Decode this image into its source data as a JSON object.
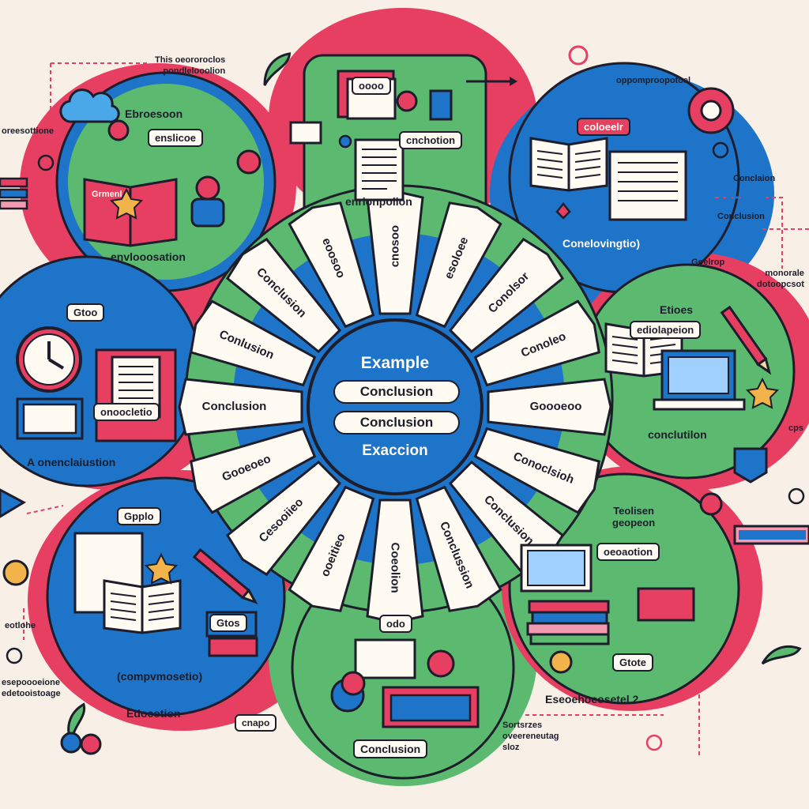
{
  "center": {
    "title": "Example",
    "pill_1": "Conclusion",
    "pill_2": "Conclusion",
    "subtitle": "Exaccion"
  },
  "petals": [
    {
      "label": "Conclusion"
    },
    {
      "label": "Conlusion"
    },
    {
      "label": "Conclusion"
    },
    {
      "label": "eoosoo"
    },
    {
      "label": "cnosoo"
    },
    {
      "label": "esoloee"
    },
    {
      "label": "Conolsor"
    },
    {
      "label": "Conoleo"
    },
    {
      "label": "Goooeoo"
    },
    {
      "label": "Conoclsioh"
    },
    {
      "label": "Conclusion"
    },
    {
      "label": "Conclussion"
    },
    {
      "label": "Coeolion"
    },
    {
      "label": "ooeitieo"
    },
    {
      "label": "Cesooiieo"
    },
    {
      "label": "Gooeoeo"
    }
  ],
  "clusters": {
    "top_left": {
      "title": "Ebroesoon",
      "tag": "enslicoe",
      "caption": "envlooosation",
      "book": "Grmenl"
    },
    "top_center": {
      "tag_a": "oooo",
      "tag_b": "cnchotion",
      "caption": "enrionpolion"
    },
    "top_right": {
      "tag": "coloeelr",
      "caption": "Conelovingtio)"
    },
    "left": {
      "tag_a": "Gtoo",
      "tag_b": "onoocletio",
      "caption": "A  onenclaiustion"
    },
    "right": {
      "title": "Etioes",
      "tag": "ediolapeion",
      "caption": "conclutilon"
    },
    "bottom_left": {
      "tag_a": "Gpplo",
      "tag_b": "Gtos",
      "caption": "(compvmosetio)",
      "footer": "Edocotion"
    },
    "bottom_center": {
      "tag": "odo",
      "bottom_label": "Conclusion"
    },
    "bottom_right": {
      "title": "Teolisen\ngeopeon",
      "tag_a": "oeoaotion",
      "tag_b": "Gtote",
      "footer": "Eseoehoeosetel 2"
    }
  },
  "side_notes": {
    "top_heading": "This oeororoclos\npondlelooolion",
    "top_right": "oppomproopotoel",
    "left_1": "oreesottione",
    "right_1": "Conclaion",
    "right_2": "Conclusion",
    "right_3": "Goelrop",
    "right_4": "monorale\ndotoopcsot",
    "right_5": "cps",
    "left_2": "eotlohe",
    "left_3": "esepoooeione\nedetooistoage",
    "bottom_right": "Sortsrzes\noveereneutag\nsloz",
    "bottom_tag": "cnapo"
  },
  "colors": {
    "background": "#f8efe6",
    "red": "#e63f62",
    "blue": "#1d74c9",
    "green": "#5bba6f",
    "paper": "#fffaf2",
    "ink": "#1d1d2b"
  }
}
